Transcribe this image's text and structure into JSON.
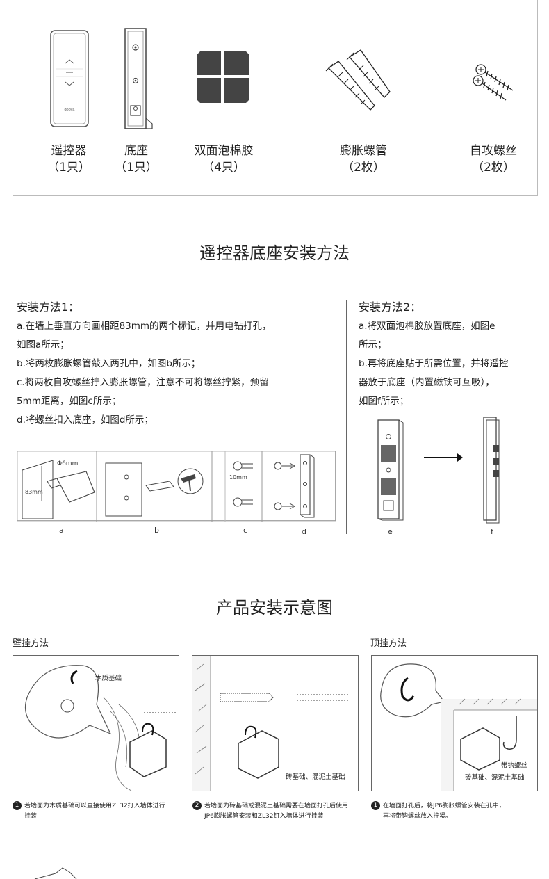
{
  "parts": [
    {
      "name": "遥控器",
      "qty": "（1只）"
    },
    {
      "name": "底座",
      "qty": "（1只）"
    },
    {
      "name": "双面泡棉胶",
      "qty": "（4只）"
    },
    {
      "name": "膨胀螺管",
      "qty": "（2枚）"
    },
    {
      "name": "自攻螺丝",
      "qty": "（2枚）"
    }
  ],
  "remote_brand": "dooya",
  "section2_title": "遥控器底座安装方法",
  "method1": {
    "title": "安装方法1：",
    "lines": [
      "a.在墙上垂直方向画相距83mm的两个标记，并用电钻打孔，",
      "如图a所示；",
      "b.将两枚膨胀螺管敲入两孔中，如图b所示；",
      "c.将两枚自攻螺丝拧入膨胀螺管，注意不可将螺丝拧紧，预留",
      "5mm距离，如图c所示；",
      "d.将螺丝扣入底座，如图d所示；"
    ],
    "fig_labels": [
      "a",
      "b",
      "c",
      "d"
    ],
    "dim_phi": "Φ6mm",
    "dim_83": "83mm",
    "dim_10": "10mm"
  },
  "method2": {
    "title": "安装方法2：",
    "lines": [
      "a.将双面泡棉胶放置底座，如图e",
      "所示；",
      "b.再将底座贴于所需位置，并将遥控",
      "器放于底座（内置磁铁可互吸），",
      "如图f所示；"
    ],
    "fig_labels": [
      "e",
      "f"
    ]
  },
  "section3_title": "产品安装示意图",
  "wall_mount_title": "壁挂方法",
  "ceiling_mount_title": "顶挂方法",
  "panel1_caption": "木质基础",
  "panel2_caption": "砖基础、混泥土基础",
  "panel3_caption_a": "带钩螺丝",
  "panel3_caption_b": "砖基础、混泥土基础",
  "notes": [
    {
      "num": "1",
      "line1": "若墙面为木质基础可以直接使用ZL32打入墙体进行",
      "line2": "挂装"
    },
    {
      "num": "2",
      "line1": "若墙面为砖基础或混泥土基础需要在墙面打孔后使用",
      "line2": "JP6膨胀螺管安装和ZL32钉入墙体进行挂装"
    },
    {
      "num": "1",
      "line1": "在墙面打孔后，将JP6膨胀螺管安装在孔中，",
      "line2": "再将带钩螺丝放入拧紧。"
    }
  ]
}
